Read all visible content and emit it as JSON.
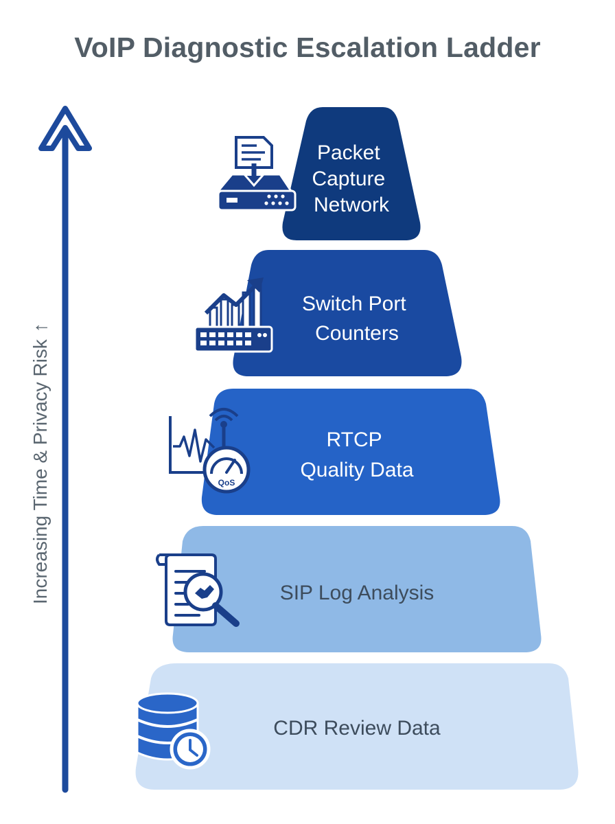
{
  "title": "VoIP Diagnostic Escalation Ladder",
  "axis": {
    "label": "Increasing Time & Privacy Risk",
    "arrow_glyph": "↑"
  },
  "tiers": [
    {
      "lines": [
        "Packet",
        "Capture",
        "Network"
      ],
      "fill": "#0f3a7d",
      "text_color": "#ffffff",
      "icon": "network-capture-appliance-icon"
    },
    {
      "lines": [
        "Switch Port",
        "Counters"
      ],
      "fill": "#1a4aa1",
      "text_color": "#ffffff",
      "icon": "switch-traffic-chart-icon"
    },
    {
      "lines": [
        "RTCP",
        "Quality Data"
      ],
      "fill": "#2563c7",
      "text_color": "#ffffff",
      "icon": "qos-gauge-icon"
    },
    {
      "lines": [
        "SIP Log Analysis"
      ],
      "fill": "#8fb9e6",
      "text_color": "#3d4c5c",
      "icon": "sip-log-search-icon"
    },
    {
      "lines": [
        "CDR Review Data"
      ],
      "fill": "#cfe1f6",
      "text_color": "#3d4c5c",
      "icon": "database-clock-icon"
    }
  ],
  "colors": {
    "arrow": "#1d4a9c",
    "icon_dark": "#1a3f8a",
    "icon_outline": "#ffffff"
  }
}
